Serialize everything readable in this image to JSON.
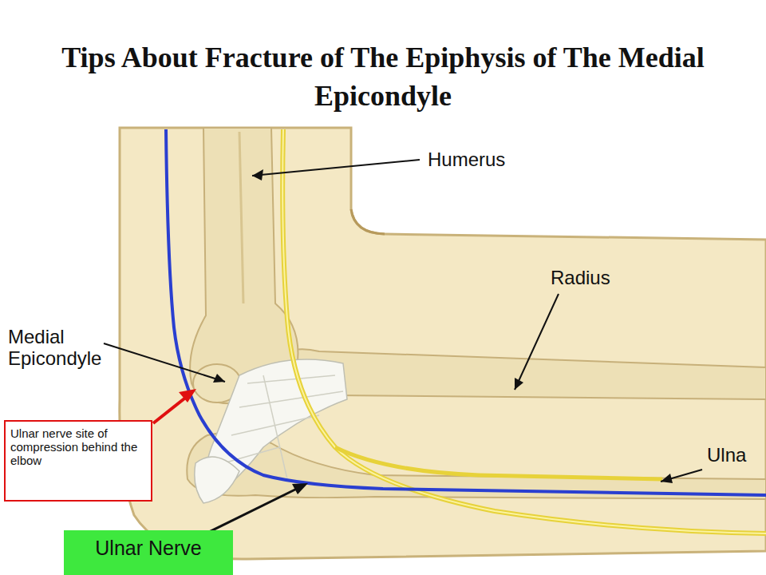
{
  "diagram": {
    "title": "Tips About Fracture of The Epiphysis of The Medial Epicondyle",
    "nodes": [
      {
        "text": [
          "Ulnar nerve site of compression behind the elbow"
        ]
      },
      {
        "text": [
          "Ulnar Nerve"
        ]
      }
    ],
    "labels": [
      "Humerus",
      "Radius",
      "Medial Epicondyle",
      "Ulna"
    ]
  }
}
